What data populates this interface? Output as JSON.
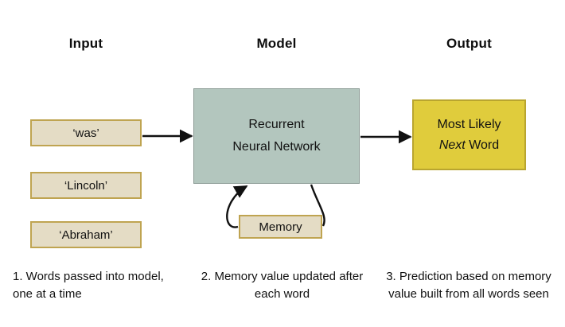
{
  "headings": {
    "input": "Input",
    "model": "Model",
    "output": "Output"
  },
  "input_tokens": [
    {
      "label": "‘was’"
    },
    {
      "label": "‘Lincoln’"
    },
    {
      "label": "‘Abraham’"
    }
  ],
  "model": {
    "line1": "Recurrent",
    "line2": "Neural Network"
  },
  "memory": {
    "label": "Memory"
  },
  "output": {
    "line1": "Most Likely",
    "line2_italic": "Next",
    "line2_rest": " Word"
  },
  "captions": {
    "step1": "1. Words passed into model, one at a time",
    "step2": "2. Memory value updated after each word",
    "step3": "3. Prediction based on memory value built from all words seen"
  },
  "colors": {
    "token_fill": "#E4DCC5",
    "token_border": "#BFA451",
    "model_fill": "#B3C6BE",
    "model_border": "#8A9A94",
    "output_fill": "#E0CC3C",
    "output_border": "#B9A52F",
    "arrow": "#111111",
    "text": "#111111",
    "background": "#FFFFFF"
  }
}
